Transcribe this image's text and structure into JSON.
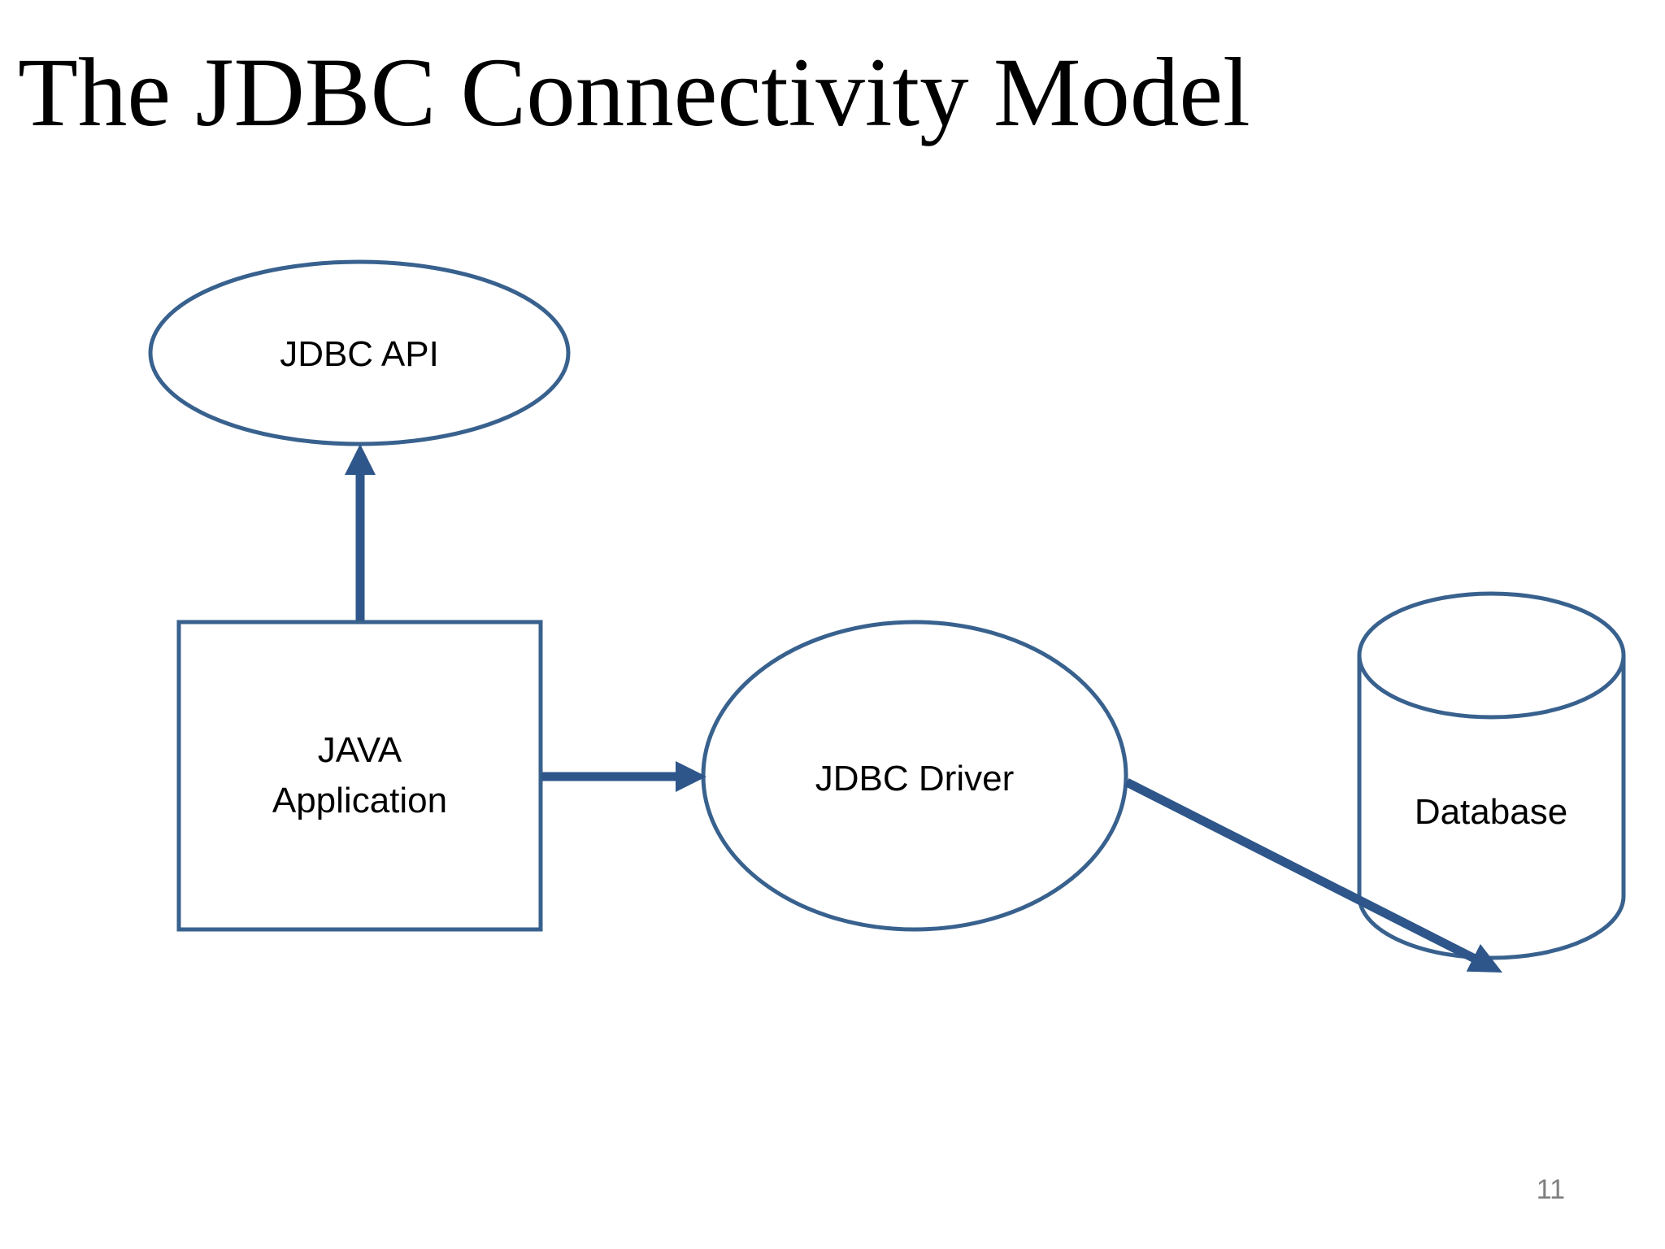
{
  "slide": {
    "title": "The JDBC Connectivity Model",
    "page_number": "11"
  },
  "colors": {
    "shape_outline": "#38618E",
    "shape_fill": "#FFFFFF",
    "arrow": "#2E568A",
    "label_text": "#000000",
    "page_number_text": "#7F7F7F",
    "background": "#FFFFFF"
  },
  "diagram": {
    "nodes": [
      {
        "id": "jdbc-api",
        "shape": "ellipse",
        "label": "JDBC API"
      },
      {
        "id": "java-application",
        "shape": "rectangle",
        "label": "JAVA Application",
        "lines": [
          "JAVA",
          "Application"
        ]
      },
      {
        "id": "jdbc-driver",
        "shape": "ellipse",
        "label": "JDBC Driver"
      },
      {
        "id": "database",
        "shape": "cylinder",
        "label": "Database"
      }
    ],
    "edges": [
      {
        "from": "java-application",
        "to": "jdbc-api",
        "style": "arrow-up"
      },
      {
        "from": "java-application",
        "to": "jdbc-driver",
        "style": "arrow-right"
      },
      {
        "from": "jdbc-driver",
        "to": "database",
        "style": "arrow-diagonal-down-right"
      }
    ]
  }
}
